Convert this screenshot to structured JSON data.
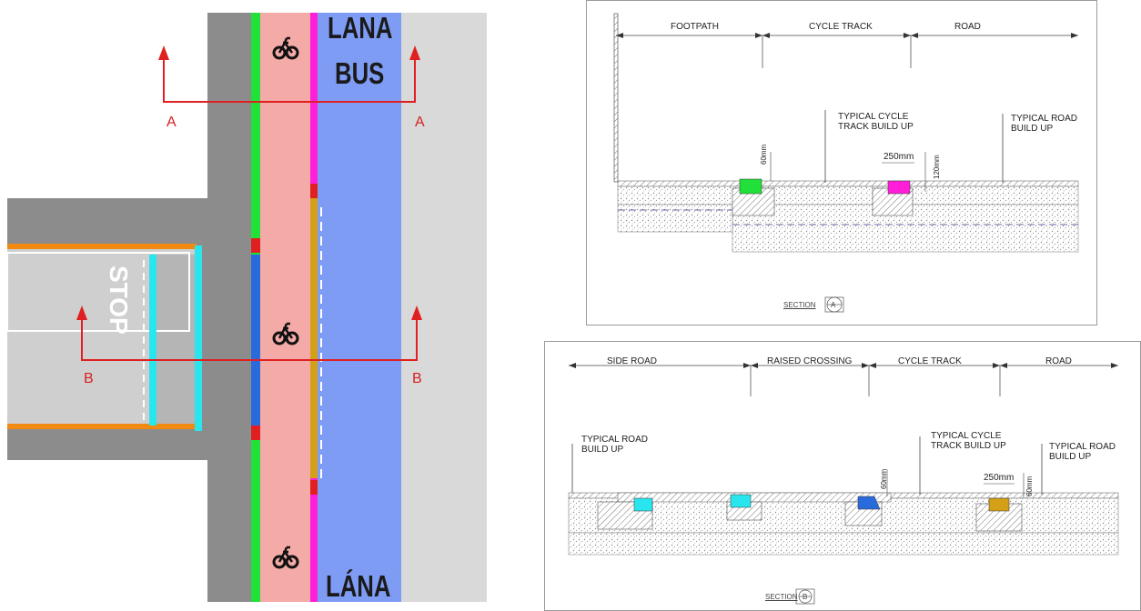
{
  "plan": {
    "top_marking_line1": "LANA",
    "top_marking_line2": "BUS",
    "bottom_marking": "LÁNA",
    "stop_marking": "STOP",
    "section_a_left": "A",
    "section_a_right": "A",
    "section_b_left": "B",
    "section_b_right": "B",
    "colors": {
      "footpath": "#d9d9d9",
      "road": "#8c8c8c",
      "cycle_track": "#f4aaa6",
      "bus_lane": "#7f9cf5",
      "section_line": "#e02020",
      "green_kerb": "#22e03a",
      "magenta_kerb": "#ff1fd8",
      "blue_kerb": "#2a6bdc",
      "gold_kerb": "#d4a017",
      "orange_edge": "#f28a12",
      "cyan_kerb": "#29e6ee"
    },
    "bicycle_symbols": [
      "bicycle-icon",
      "bicycle-icon",
      "bicycle-icon"
    ]
  },
  "section_a": {
    "zones": [
      "FOOTPATH",
      "CYCLE TRACK",
      "ROAD"
    ],
    "note_cycle": "TYPICAL CYCLE\nTRACK BUILD UP",
    "note_road": "TYPICAL ROAD\nBUILD UP",
    "dim_60": "60mm",
    "dim_250": "250mm",
    "dim_120": "120mm",
    "caption": "SECTION",
    "caption_letter": "A"
  },
  "section_b": {
    "zones": [
      "SIDE ROAD",
      "RAISED CROSSING",
      "CYCLE TRACK",
      "ROAD"
    ],
    "note_road_left": "TYPICAL ROAD\nBUILD UP",
    "note_cycle": "TYPICAL CYCLE\nTRACK BUILD UP",
    "note_road_right": "TYPICAL ROAD\nBUILD UP",
    "dim_60_a": "60mm",
    "dim_250": "250mm",
    "dim_60_b": "60mm",
    "caption": "SECTION",
    "caption_letter": "B"
  }
}
